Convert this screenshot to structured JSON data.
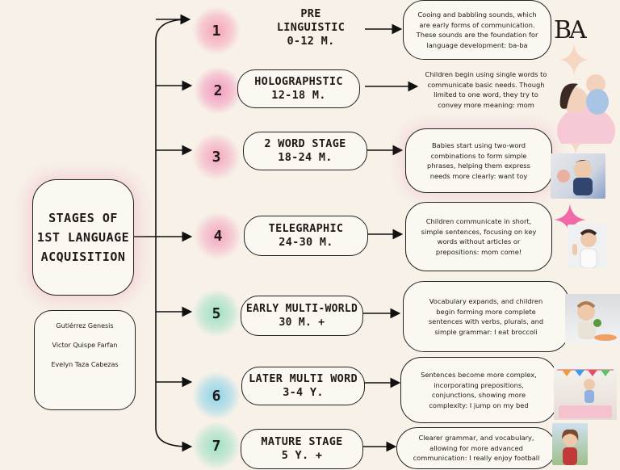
{
  "title": "STAGES OF\n1ST LANGUAGE\nACQUISITION",
  "authors": [
    "Gutiérrez Genesis",
    "Victor Quispe Farfan",
    "Evelyn Taza Cabezas"
  ],
  "logo": "BA",
  "stages": [
    {
      "number": "1",
      "name": "PRE LINGUISTIC",
      "age": "0-12 M.",
      "glow": "#f6a4b8",
      "description": "Cooing and babbling sounds, which are early forms of communication. These sounds are the foundation for language development: ba-ba"
    },
    {
      "number": "2",
      "name": "HOLOGRAPHSTIC",
      "age": "12-18 M.",
      "glow": "#f39ac0",
      "description": "Children begin using single words to communicate basic needs. Though limited to one word, they try to convey more meaning: mom"
    },
    {
      "number": "3",
      "name": "2 WORD STAGE",
      "age": "18-24 M.",
      "glow": "#f3a6bf",
      "description": "Babies start using two-word combinations to form simple phrases, helping them express needs more clearly: want toy"
    },
    {
      "number": "4",
      "name": "TELEGRAPHIC",
      "age": "24-30 M.",
      "glow": "#f3a6bf",
      "description": "Children communicate in short, simple sentences, focusing on key words without articles or prepositions: mom come!"
    },
    {
      "number": "5",
      "name": "EARLY MULTI-WORLD",
      "age": "30 M. +",
      "glow": "#9fe0c4",
      "description": "Vocabulary expands, and children begin forming more complete sentences with verbs, plurals, and simple grammar: I eat broccoli"
    },
    {
      "number": "6",
      "name": "LATER MULTI WORD",
      "age": "3-4 Y.",
      "glow": "#8fd3e8",
      "description": "Sentences become more complex, incorporating prepositions, conjunctions, showing more complexity: I jump on my bed"
    },
    {
      "number": "7",
      "name": "MATURE STAGE",
      "age": "5 Y. +",
      "glow": "#9fe0c4",
      "description": "Clearer grammar, and vocabulary, allowing for more advanced communication: I really enjoy football"
    }
  ],
  "colors": {
    "background": "#f7f1e8",
    "box": "#fbf7f1",
    "line": "#111111",
    "pink_accent": "#f06aa8"
  }
}
